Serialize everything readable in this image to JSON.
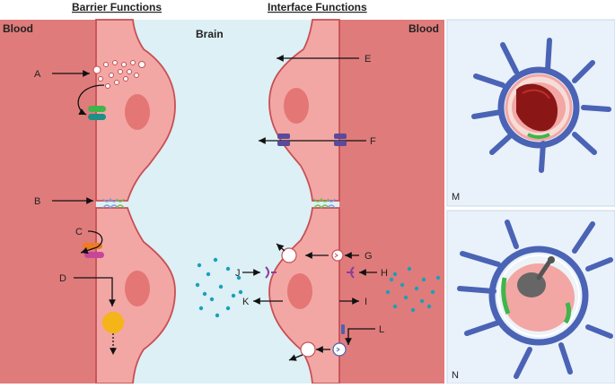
{
  "headers": {
    "barrier": "Barrier Functions",
    "interface": "Interface Functions"
  },
  "regions": {
    "blood_left": "Blood",
    "brain": "Brain",
    "blood_right": "Blood"
  },
  "labels": {
    "A": "A",
    "B": "B",
    "C": "C",
    "D": "D",
    "E": "E",
    "F": "F",
    "G": "G",
    "H": "H",
    "I": "I",
    "J": "J",
    "K": "K",
    "L": "L",
    "M": "M",
    "N": "N"
  },
  "colors": {
    "blood": "#e07b7b",
    "brain": "#dcf0f5",
    "cell": "#f2a7a4",
    "cell_outline": "#c84f55",
    "nucleus": "#e57676",
    "inset_bg": "#e9f1fa",
    "astrocyte": "#4a63b5",
    "pericyte": "#3fb54a",
    "molecule_dots": "#1aa0b8",
    "transporter": "#5a4a9c",
    "yellow_vesicle": "#f5b417"
  }
}
